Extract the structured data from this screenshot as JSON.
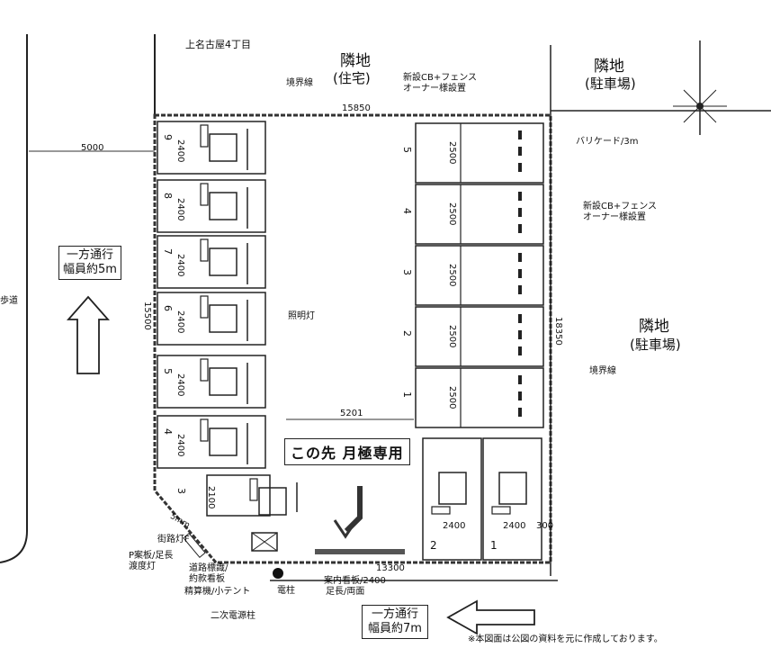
{
  "address": "上名古屋4丁目",
  "neighbors": {
    "top": {
      "line1": "隣地",
      "line2": "(住宅)"
    },
    "top_right": {
      "line1": "隣地",
      "line2": "(駐車場)"
    },
    "right": {
      "line1": "隣地",
      "line2": "(駐車場)"
    }
  },
  "notes": {
    "boundary_top": "境界線",
    "fence_top": "新設CB+フェンス",
    "fence_top_owner": "オーナー様設置",
    "barricade": "バリケード/3m",
    "fence_right": "新設CB+フェンス",
    "fence_right_owner": "オーナー様設置",
    "boundary_right": "境界線",
    "light": "照明灯",
    "street_light": "街路灯F",
    "p_sign": "P案板/足長",
    "p_sign2": "渡度灯",
    "road_sign": "道路標識/",
    "road_sign2": "約款看板",
    "payment": "精算機/小テント",
    "pole_note": "電柱",
    "car_sign": "案内看板/2400",
    "car_sign2": "足長/両面",
    "secondary_power": "二次電源柱",
    "dim_tag": "5mm"
  },
  "dimensions": {
    "top_width": "15850",
    "setback": "5000",
    "left_depth": "15500",
    "right_depth": "18350",
    "inner_width": "5201",
    "bottom_width": "13300",
    "slot_len": "2400",
    "slot_len2": "2100",
    "right_slot_len": "2500",
    "bottom_slot_w1": "2400",
    "bottom_slot_w2": "2400",
    "bottom_edge": "300"
  },
  "left_slots": [
    "9",
    "8",
    "7",
    "6",
    "5",
    "4",
    "3"
  ],
  "right_slots": [
    "5",
    "4",
    "3",
    "2",
    "1"
  ],
  "bottom_slots": [
    "2",
    "1"
  ],
  "monthly_banner": "この先 月極専用",
  "road_left": {
    "line1": "一方通行",
    "line2": "幅員約5m"
  },
  "road_bottom": {
    "line1": "一方通行",
    "line2": "幅員約7m"
  },
  "left_edge_text": "歩道",
  "footer_note": "※本図面は公図の資料を元に作成しております。"
}
